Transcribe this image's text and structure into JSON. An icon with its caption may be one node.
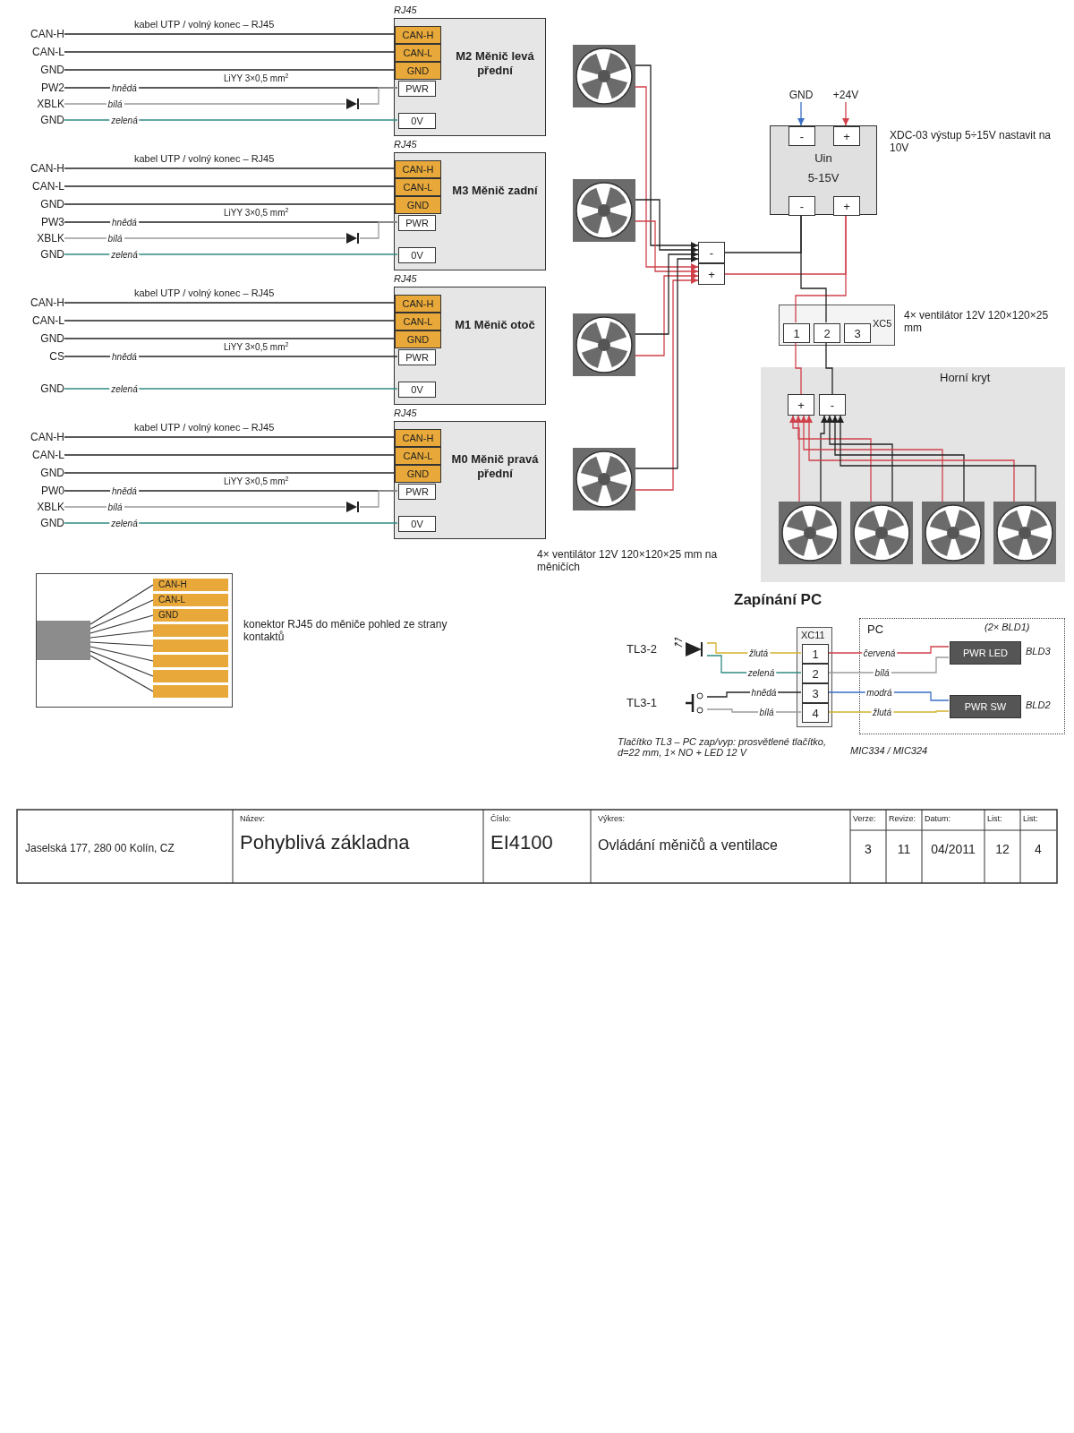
{
  "diagram": {
    "nodes": [
      {
        "text": [
          "CAN-H"
        ]
      },
      {
        "text": [
          "CAN-L"
        ]
      },
      {
        "text": [
          "GND"
        ]
      },
      {
        "text": [
          "PW2"
        ]
      },
      {
        "text": [
          "XBLK"
        ]
      },
      {
        "text": [
          "GND"
        ]
      },
      {
        "text": [
          "M2 Měnič levá přední"
        ],
        "beside": [
          "RJ45"
        ]
      },
      {
        "text": [
          "CAN-H"
        ],
        "in": 6
      },
      {
        "text": [
          "CAN-L"
        ],
        "in": 6
      },
      {
        "text": [
          "GND"
        ],
        "in": 6
      },
      {
        "text": [
          "PWR"
        ],
        "in": 6
      },
      {
        "text": [
          "0V"
        ],
        "in": 6
      },
      {
        "text": [],
        "shape": "picture"
      },
      {
        "text": [
          "CAN-H"
        ]
      },
      {
        "text": [
          "CAN-L"
        ]
      },
      {
        "text": [
          "GND"
        ]
      },
      {
        "text": [
          "PW3"
        ]
      },
      {
        "text": [
          "XBLK"
        ]
      },
      {
        "text": [
          "GND"
        ]
      },
      {
        "text": [
          "M3 Měnič zadní"
        ],
        "beside": [
          "RJ45"
        ]
      },
      {
        "text": [
          "CAN-H"
        ],
        "in": 19
      },
      {
        "text": [
          "CAN-L"
        ],
        "in": 19
      },
      {
        "text": [
          "GND"
        ],
        "in": 19
      },
      {
        "text": [
          "PWR"
        ],
        "in": 19
      },
      {
        "text": [
          "0V"
        ],
        "in": 19
      },
      {
        "text": [],
        "shape": "picture"
      },
      {
        "text": [
          "CAN-H"
        ]
      },
      {
        "text": [
          "CAN-L"
        ]
      },
      {
        "text": [
          "GND"
        ]
      },
      {
        "text": [
          "CS"
        ]
      },
      {
        "text": [
          "GND"
        ]
      },
      {
        "text": [
          "M1 Měnič otoč"
        ],
        "beside": [
          "RJ45"
        ]
      },
      {
        "text": [
          "CAN-H"
        ],
        "in": 31
      },
      {
        "text": [
          "CAN-L"
        ],
        "in": 31
      },
      {
        "text": [
          "GND"
        ],
        "in": 31
      },
      {
        "text": [
          "PWR"
        ],
        "in": 31
      },
      {
        "text": [
          "0V"
        ],
        "in": 31
      },
      {
        "text": [],
        "shape": "picture"
      },
      {
        "text": [
          "CAN-H"
        ]
      },
      {
        "text": [
          "CAN-L"
        ]
      },
      {
        "text": [
          "GND"
        ]
      },
      {
        "text": [
          "PW0"
        ]
      },
      {
        "text": [
          "XBLK"
        ]
      },
      {
        "text": [
          "GND"
        ]
      },
      {
        "text": [
          "M0 Měnič pravá přední"
        ],
        "beside": [
          "RJ45"
        ]
      },
      {
        "text": [
          "CAN-H"
        ],
        "in": 44
      },
      {
        "text": [
          "CAN-L"
        ],
        "in": 44
      },
      {
        "text": [
          "GND"
        ],
        "in": 44
      },
      {
        "text": [
          "PWR"
        ],
        "in": 44
      },
      {
        "text": [
          "0V"
        ],
        "in": 44
      },
      {
        "text": [],
        "shape": "picture"
      },
      {
        "text": [
          "-"
        ]
      },
      {
        "text": [
          "+"
        ]
      },
      {
        "text": [
          "GND"
        ]
      },
      {
        "text": [
          "+24V"
        ]
      },
      {
        "text": [
          "Uin",
          "5-15V"
        ],
        "beside": [
          "XDC-03 výstup 5÷15V nastavit na 10V"
        ]
      },
      {
        "text": [
          "-"
        ],
        "in": 55
      },
      {
        "text": [
          "+"
        ],
        "in": 55
      },
      {
        "text": [
          "-"
        ],
        "in": 55
      },
      {
        "text": [
          "+"
        ],
        "in": 55
      },
      {
        "text": [
          "XC5"
        ]
      },
      {
        "text": [
          "1"
        ],
        "in": 60
      },
      {
        "text": [
          "2"
        ],
        "in": 60
      },
      {
        "text": [
          "3"
        ],
        "in": 60
      },
      {
        "text": [
          "Horní kryt"
        ]
      },
      {
        "text": [
          "+"
        ],
        "in": 64
      },
      {
        "text": [
          "-"
        ],
        "in": 64
      },
      {
        "text": [],
        "shape": "picture",
        "in": 64
      },
      {
        "text": [],
        "shape": "picture",
        "in": 64
      },
      {
        "text": [],
        "shape": "picture",
        "in": 64
      },
      {
        "text": [],
        "shape": "picture",
        "in": 64
      },
      {
        "text": [
          "TL3-2"
        ]
      },
      {
        "text": [
          "TL3-1"
        ]
      },
      {
        "text": [
          "XC11"
        ]
      },
      {
        "text": [
          "1"
        ],
        "in": 73
      },
      {
        "text": [
          "2"
        ],
        "in": 73
      },
      {
        "text": [
          "3"
        ],
        "in": 73
      },
      {
        "text": [
          "4"
        ],
        "in": 73
      },
      {
        "text": [
          "PC"
        ]
      },
      {
        "text": [
          "PWR LED"
        ],
        "in": 78,
        "beside": [
          "BLD3"
        ]
      },
      {
        "text": [
          "PWR SW"
        ],
        "in": 78,
        "beside": [
          "BLD2"
        ]
      },
      {
        "text": [
          "CAN-H",
          "CAN-L",
          "GND"
        ],
        "beside": [
          "konektor RJ45 do měniče pohled ze strany kontaktů"
        ]
      },
      {
        "text": [],
        "shape": "diode"
      },
      {
        "text": [],
        "shape": "diode"
      },
      {
        "text": [],
        "shape": "diode"
      }
    ],
    "edges": [
      {
        "from": 0,
        "to": 7,
        "arrow": "none"
      },
      {
        "from": 1,
        "to": 8,
        "arrow": "none"
      },
      {
        "from": 2,
        "to": 9,
        "arrow": "none"
      },
      {
        "from": 3,
        "to": 10,
        "arrow": "none",
        "label": "hnědá"
      },
      {
        "from": 4,
        "to": 82,
        "arrow": "none",
        "label": "bílá",
        "color": "#9a9a9a"
      },
      {
        "from": 5,
        "to": 11,
        "arrow": "none",
        "label": "zelená",
        "color": "#2f8a84"
      },
      {
        "from": 13,
        "to": 20,
        "arrow": "none"
      },
      {
        "from": 14,
        "to": 21,
        "arrow": "none"
      },
      {
        "from": 15,
        "to": 22,
        "arrow": "none"
      },
      {
        "from": 16,
        "to": 23,
        "arrow": "none",
        "label": "hnědá"
      },
      {
        "from": 17,
        "to": 83,
        "arrow": "none",
        "label": "bílá",
        "color": "#9a9a9a"
      },
      {
        "from": 18,
        "to": 24,
        "arrow": "none",
        "label": "zelená",
        "color": "#2f8a84"
      },
      {
        "from": 26,
        "to": 32,
        "arrow": "none"
      },
      {
        "from": 27,
        "to": 33,
        "arrow": "none"
      },
      {
        "from": 28,
        "to": 34,
        "arrow": "none"
      },
      {
        "from": 29,
        "to": 35,
        "arrow": "none",
        "label": "hnědá"
      },
      {
        "from": 30,
        "to": 36,
        "arrow": "none",
        "label": "zelená",
        "color": "#2f8a84"
      },
      {
        "from": 38,
        "to": 45,
        "arrow": "none"
      },
      {
        "from": 39,
        "to": 46,
        "arrow": "none"
      },
      {
        "from": 40,
        "to": 47,
        "arrow": "none"
      },
      {
        "from": 41,
        "to": 48,
        "arrow": "none",
        "label": "hnědá"
      },
      {
        "from": 42,
        "to": 84,
        "arrow": "none",
        "label": "bílá",
        "color": "#9a9a9a"
      },
      {
        "from": 43,
        "to": 49,
        "arrow": "none",
        "label": "zelená",
        "color": "#2f8a84"
      },
      {
        "from": 12,
        "to": 52,
        "arrow": "to",
        "color": "#d0404a"
      },
      {
        "from": 12,
        "to": 51,
        "arrow": "to"
      },
      {
        "from": 25,
        "to": 52,
        "arrow": "to",
        "color": "#d0404a"
      },
      {
        "from": 25,
        "to": 51,
        "arrow": "to"
      },
      {
        "from": 37,
        "to": 52,
        "arrow": "to",
        "color": "#d0404a"
      },
      {
        "from": 37,
        "to": 51,
        "arrow": "to"
      },
      {
        "from": 50,
        "to": 52,
        "arrow": "to",
        "color": "#d0404a"
      },
      {
        "from": 50,
        "to": 51,
        "arrow": "to"
      },
      {
        "from": 53,
        "to": 56,
        "arrow": "to",
        "color": "#3a6fc4"
      },
      {
        "from": 54,
        "to": 57,
        "arrow": "to",
        "color": "#d0404a"
      },
      {
        "from": 58,
        "to": 51,
        "arrow": "none"
      },
      {
        "from": 59,
        "to": 52,
        "arrow": "none",
        "color": "#d0404a"
      },
      {
        "from": 59,
        "to": 61,
        "arrow": "none",
        "color": "#d0404a"
      },
      {
        "from": 58,
        "to": 62,
        "arrow": "none"
      },
      {
        "from": 61,
        "to": 65,
        "arrow": "none",
        "color": "#d0404a"
      },
      {
        "from": 62,
        "to": 66,
        "arrow": "none"
      },
      {
        "from": 67,
        "to": 65,
        "arrow": "to",
        "color": "#d0404a"
      },
      {
        "from": 67,
        "to": 66,
        "arrow": "to"
      },
      {
        "from": 68,
        "to": 65,
        "arrow": "to",
        "color": "#d0404a"
      },
      {
        "from": 68,
        "to": 66,
        "arrow": "to"
      },
      {
        "from": 69,
        "to": 65,
        "arrow": "to",
        "color": "#d0404a"
      },
      {
        "from": 69,
        "to": 66,
        "arrow": "to"
      },
      {
        "from": 70,
        "to": 65,
        "arrow": "to",
        "color": "#d0404a"
      },
      {
        "from": 70,
        "to": 66,
        "arrow": "to"
      },
      {
        "from": 71,
        "to": 74,
        "arrow": "none",
        "label": "žlutá",
        "color": "#d4b12f"
      },
      {
        "from": 71,
        "to": 75,
        "arrow": "none",
        "label": "zelená",
        "color": "#2f8a84"
      },
      {
        "from": 72,
        "to": 76,
        "arrow": "none",
        "label": "hnědá"
      },
      {
        "from": 72,
        "to": 77,
        "arrow": "none",
        "label": "bílá",
        "color": "#9a9a9a"
      },
      {
        "from": 74,
        "to": 79,
        "arrow": "none",
        "label": "červená",
        "color": "#d0404a"
      },
      {
        "from": 75,
        "to": 79,
        "arrow": "none",
        "label": "bílá",
        "color": "#9a9a9a"
      },
      {
        "from": 76,
        "to": 80,
        "arrow": "none",
        "label": "modrá",
        "color": "#3a6fc4"
      },
      {
        "from": 77,
        "to": 80,
        "arrow": "none",
        "label": "žlutá",
        "color": "#d4b12f"
      },
      {
        "from": 82,
        "to": 10,
        "arrow": "none",
        "color": "#9a9a9a"
      },
      {
        "from": 83,
        "to": 23,
        "arrow": "none",
        "color": "#9a9a9a"
      },
      {
        "from": 84,
        "to": 48,
        "arrow": "none",
        "color": "#9a9a9a"
      }
    ],
    "labels": [
      "kabel UTP / volný konec – RJ45",
      "LiYY 3×0,5 mm$^{2}$",
      "kabel UTP / volný konec – RJ45",
      "LiYY 3×0,5 mm$^{2}$",
      "kabel UTP / volný konec – RJ45",
      "LiYY 3×0,5 mm$^{2}$",
      "kabel UTP / volný konec – RJ45",
      "LiYY 3×0,5 mm$^{2}$",
      "4× ventilátor 12V 120×120×25 mm na měničích",
      "4× ventilátor 12V 120×120×25 mm",
      "Zapínání PC",
      "(2× BLD1)",
      "Tlačítko TL3 – PC zap/vyp: prosvětlené tlačítko, d=22 mm, 1× NO + LED 12 V",
      "MIC334 / MIC324",
      "Jaselská 177, 280 00 Kolín, CZ",
      "Název:",
      "Pohyblivá základna",
      "Číslo:",
      "EI4100",
      "Výkres:",
      "Ovládání měničů a ventilace",
      "Verze:",
      "Revize:",
      "Datum:",
      "List:",
      "List:",
      "3",
      "11",
      "04/2011",
      "12",
      "4"
    ]
  }
}
